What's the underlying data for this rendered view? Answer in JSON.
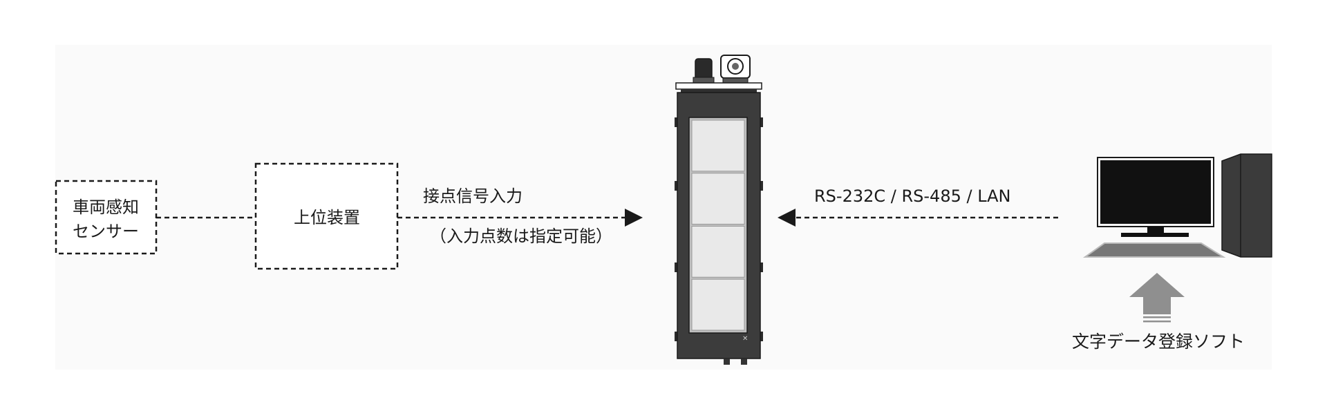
{
  "nodes": {
    "sensor": {
      "line1": "車両感知",
      "line2": "センサー"
    },
    "controller": {
      "label": "上位装置"
    },
    "software": {
      "label": "文字データ登録ソフト"
    }
  },
  "edges": {
    "contact_input": {
      "label": "接点信号入力",
      "note": "（入力点数は指定可能）"
    },
    "serial_link": {
      "label": "RS-232C / RS-485 / LAN"
    }
  },
  "display_unit": {
    "panel_count": 4
  },
  "colors": {
    "line": "#1a1a1a",
    "cabinet": "#3c3c3c",
    "panel": "#e9e9e9",
    "monitor": "#111111",
    "tower": "#3b3b3b",
    "keyboard": "#777777",
    "upload_arrow": "#8f8f8f"
  }
}
